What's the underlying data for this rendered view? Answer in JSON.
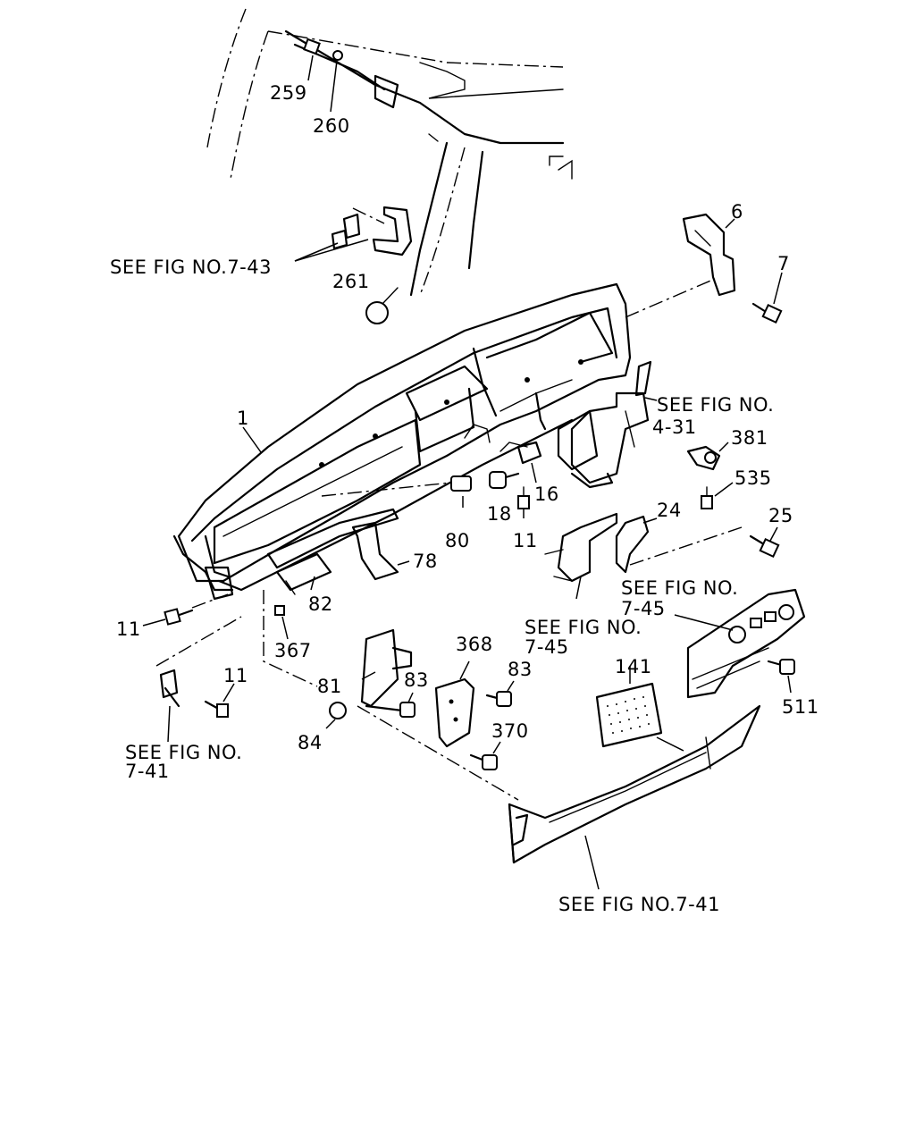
{
  "callouts": {
    "c259": "259",
    "c260": "260",
    "c261": "261",
    "c6": "6",
    "c7": "7",
    "c1": "1",
    "c381": "381",
    "c535": "535",
    "c25": "25",
    "c24": "24",
    "c16": "16",
    "c18": "18",
    "c11a": "11",
    "c80": "80",
    "c78": "78",
    "c82": "82",
    "c11b": "11",
    "c11c": "11",
    "c367": "367",
    "c81": "81",
    "c83a": "83",
    "c84": "84",
    "c368": "368",
    "c83b": "83",
    "c370": "370",
    "c141": "141",
    "c511": "511"
  },
  "references": {
    "r743": "SEE FIG NO.7-43",
    "r431_l1": "SEE FIG NO.",
    "r431_l2": "4-31",
    "r745a_l1": "SEE FIG NO.",
    "r745a_l2": "7-45",
    "r745b_l1": "SEE FIG NO.",
    "r745b_l2": "7-45",
    "r741a_l1": "SEE FIG NO.",
    "r741a_l2": "7-41",
    "r741b": "SEE FIG NO.7-41"
  }
}
